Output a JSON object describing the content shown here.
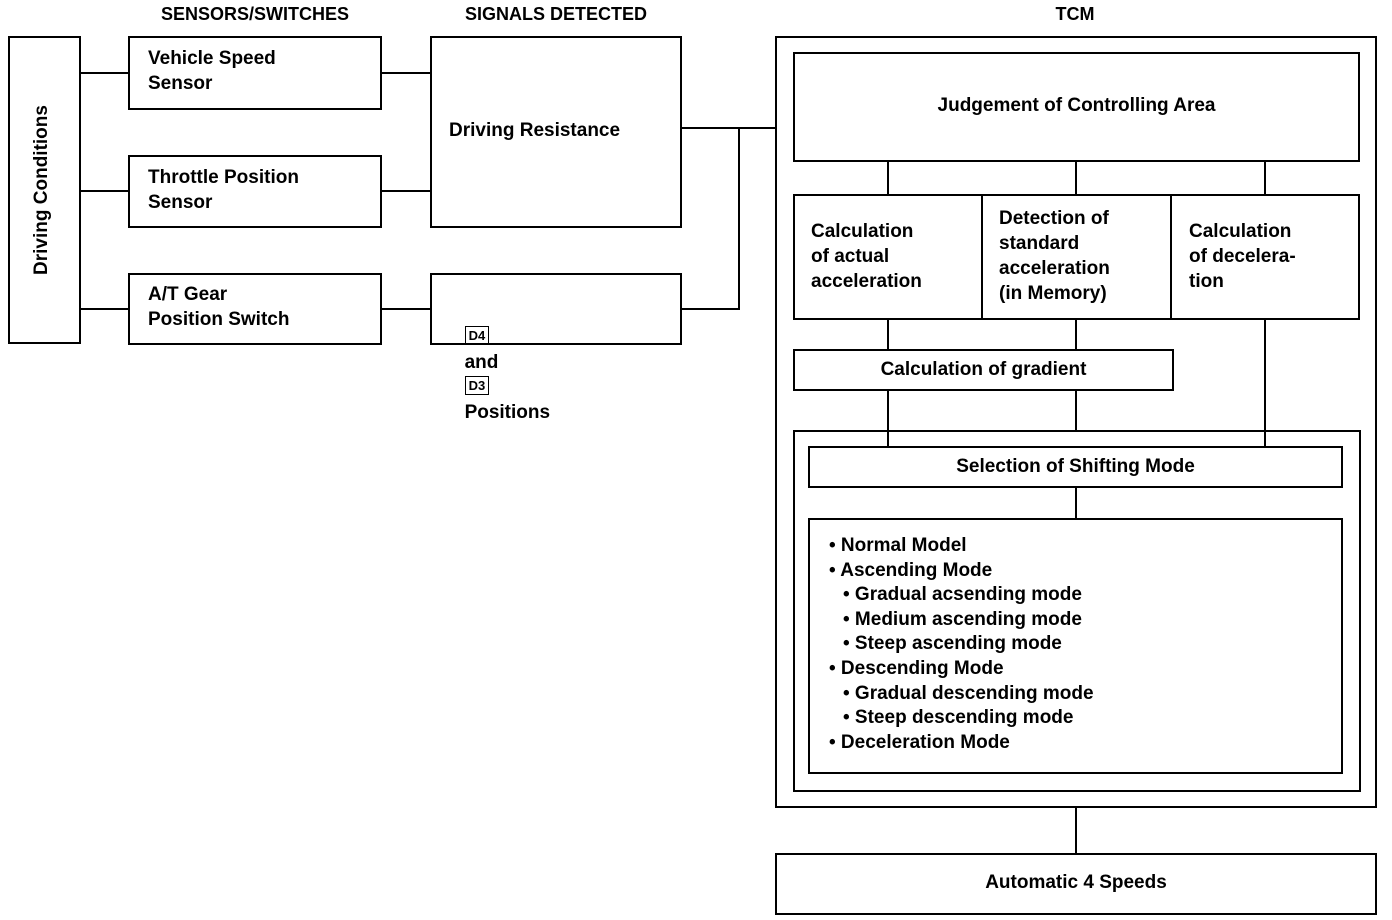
{
  "headers": {
    "sensors": "SENSORS/SWITCHES",
    "signals": "SIGNALS DETECTED",
    "tcm": "TCM"
  },
  "driving_conditions": "Driving Conditions",
  "sensors": {
    "vehicle_speed": "Vehicle Speed\nSensor",
    "throttle_position": "Throttle Position\nSensor",
    "gear_switch": "A/T Gear\nPosition Switch"
  },
  "signals": {
    "driving_resistance": "Driving Resistance",
    "d4": "D4",
    "and": "and",
    "d3": "D3",
    "positions": "Positions"
  },
  "tcm": {
    "judgement": "Judgement of Controlling Area",
    "calc_actual": "Calculation\nof actual\nacceleration",
    "detect_standard": "Detection of\nstandard\nacceleration\n(in Memory)",
    "calc_decel": "Calculation\nof decelera-\ntion",
    "gradient": "Calculation of gradient",
    "selection": "Selection of Shifting Mode",
    "modes": [
      {
        "text": "• Normal Model",
        "level": 0
      },
      {
        "text": "• Ascending Mode",
        "level": 0
      },
      {
        "text": "• Gradual acsending mode",
        "level": 1
      },
      {
        "text": "• Medium ascending mode",
        "level": 1
      },
      {
        "text": "• Steep ascending mode",
        "level": 1
      },
      {
        "text": "• Descending Mode",
        "level": 0
      },
      {
        "text": "• Gradual descending mode",
        "level": 1
      },
      {
        "text": "• Steep descending mode",
        "level": 1
      },
      {
        "text": "• Deceleration Mode",
        "level": 0
      }
    ]
  },
  "output": "Automatic 4 Speeds"
}
